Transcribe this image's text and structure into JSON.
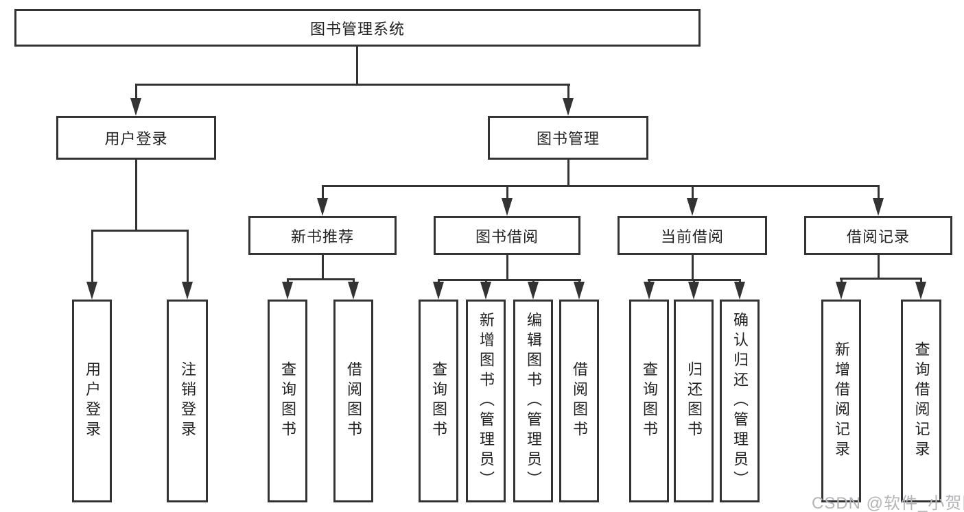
{
  "tree": {
    "root": {
      "label": "图书管理系统"
    },
    "branches": [
      {
        "label": "用户登录",
        "leaves": [
          {
            "label": "用户登录"
          },
          {
            "label": "注销登录"
          }
        ]
      },
      {
        "label": "图书管理",
        "groups": [
          {
            "label": "新书推荐",
            "leaves": [
              {
                "label": "查询图书"
              },
              {
                "label": "借阅图书"
              }
            ]
          },
          {
            "label": "图书借阅",
            "leaves": [
              {
                "label": "查询图书"
              },
              {
                "label": "新增图书（管理员）"
              },
              {
                "label": "编辑图书（管理员）"
              },
              {
                "label": "借阅图书"
              }
            ]
          },
          {
            "label": "当前借阅",
            "leaves": [
              {
                "label": "查询图书"
              },
              {
                "label": "归还图书"
              },
              {
                "label": "确认归还（管理员）"
              }
            ]
          },
          {
            "label": "借阅记录",
            "leaves": [
              {
                "label": "新增借阅记录"
              },
              {
                "label": "查询借阅记录"
              }
            ]
          }
        ]
      }
    ]
  },
  "watermark": {
    "text": "CSDN @软件_小贺同学"
  },
  "colors": {
    "line": "#333333",
    "text": "#222222",
    "background": "#ffffff",
    "watermark": "#b5b3b7"
  }
}
